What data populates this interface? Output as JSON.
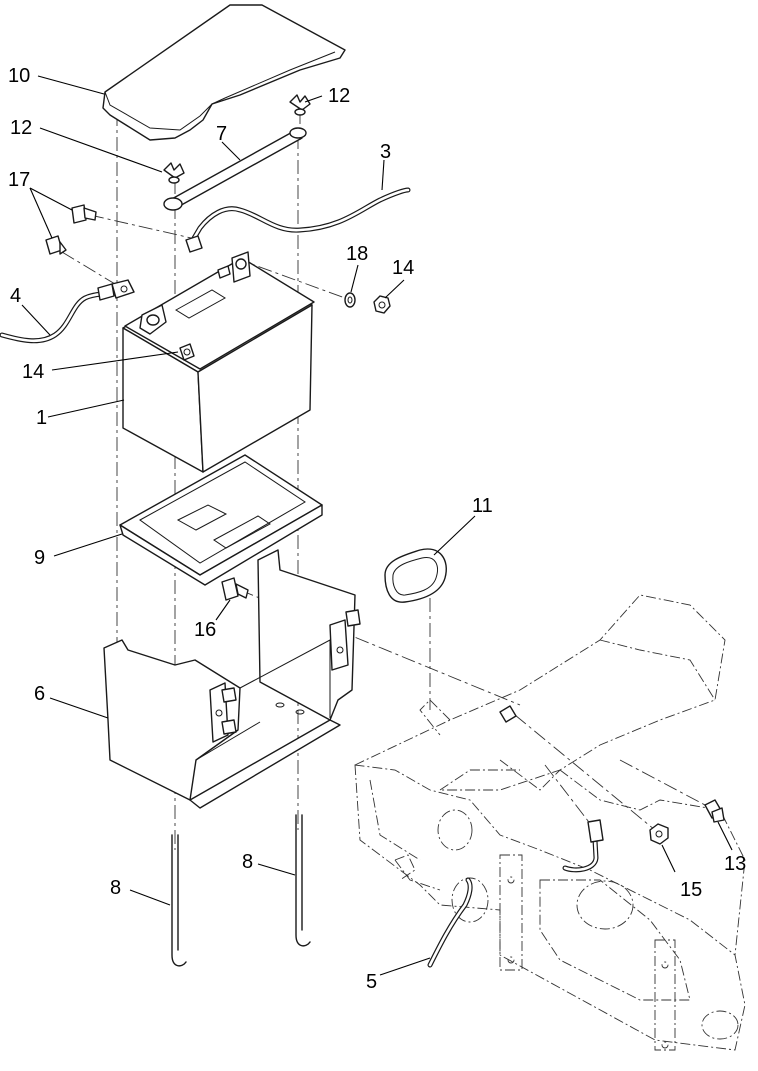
{
  "callouts": {
    "c1": "1",
    "c3": "3",
    "c4": "4",
    "c5": "5",
    "c6": "6",
    "c7": "7",
    "c8a": "8",
    "c8b": "8",
    "c9": "9",
    "c10": "10",
    "c11": "11",
    "c12a": "12",
    "c12b": "12",
    "c13": "13",
    "c14a": "14",
    "c14b": "14",
    "c15": "15",
    "c16": "16",
    "c17": "17",
    "c18": "18"
  }
}
